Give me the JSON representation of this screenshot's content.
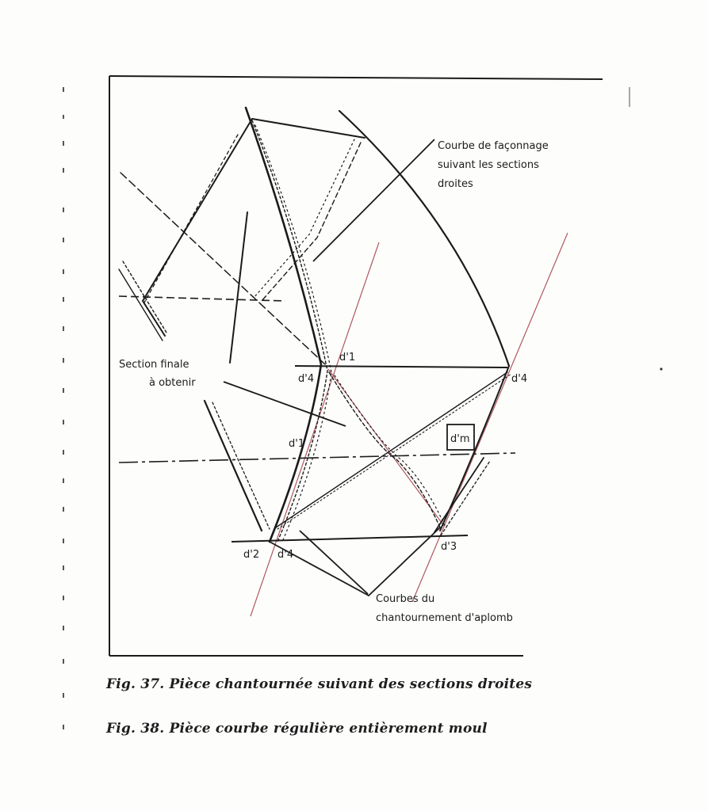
{
  "diagram": {
    "labels": {
      "courbe_faconnage": [
        "Courbe de façonnage",
        "suivant les sections",
        "droites"
      ],
      "section_finale": [
        "Section finale",
        "à obtenir"
      ],
      "courbes_chantournement": [
        "Courbes du",
        "chantournement d'aplomb"
      ]
    },
    "points": {
      "d1_prime": "d'1",
      "d4_upper": "d'4",
      "d4_right": "d'4",
      "d1_mid": "d'1",
      "dm": "d'm",
      "d2": "d'2",
      "d4_lower": "d'4",
      "d3": "d'3"
    }
  },
  "captions": {
    "fig37": "Fig. 37. Pièce chantournée suivant des sections droites",
    "fig38": "Fig. 38. Pièce courbe régulière entièrement moul"
  },
  "colors": {
    "ink": "#1b1b1b",
    "red_line": "#b0585d",
    "background": "#fdfdfc"
  }
}
